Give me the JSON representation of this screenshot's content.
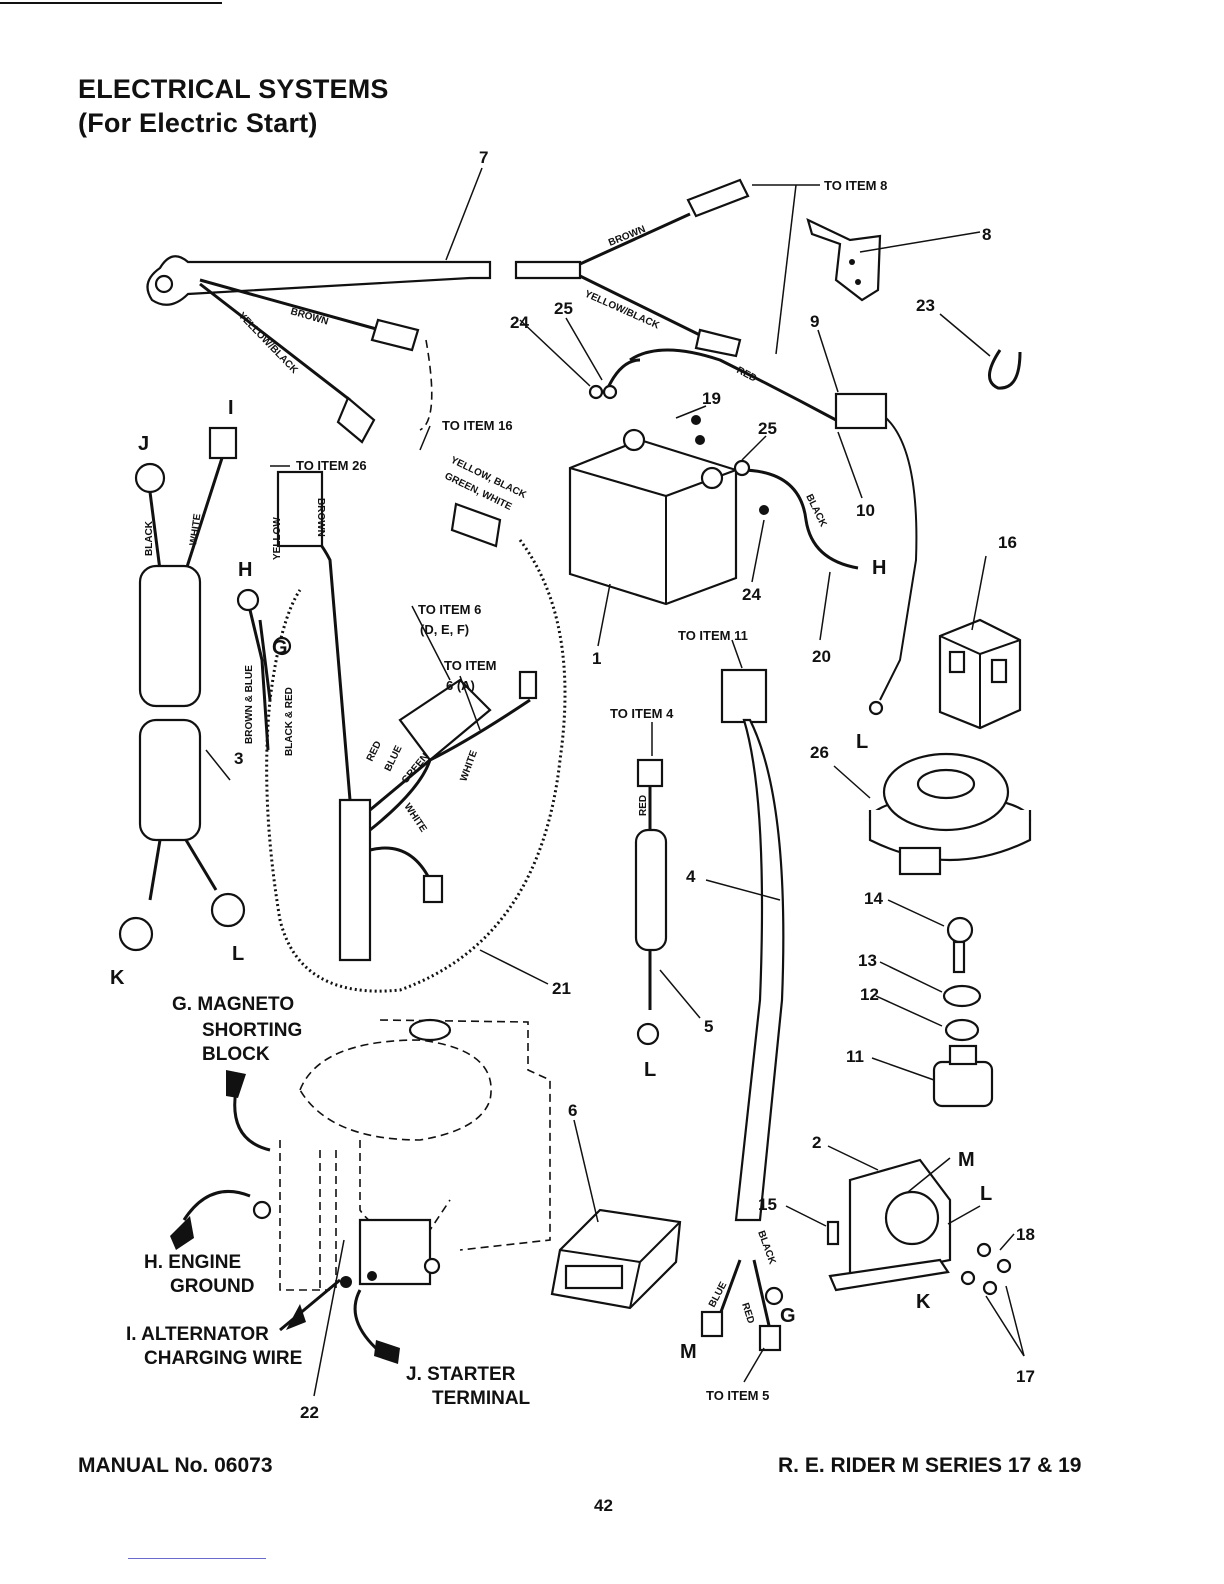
{
  "header": {
    "title": "ELECTRICAL SYSTEMS",
    "subtitle": "(For Electric Start)"
  },
  "footer": {
    "manual": "MANUAL No. 06073",
    "series": "R. E. RIDER M SERIES 17 & 19",
    "page_number": "42"
  },
  "callouts": {
    "n1": "1",
    "n2": "2",
    "n3": "3",
    "n4": "4",
    "n5": "5",
    "n6": "6",
    "n7": "7",
    "n8": "8",
    "n9": "9",
    "n10": "10",
    "n11": "11",
    "n12": "12",
    "n13": "13",
    "n14": "14",
    "n15": "15",
    "n16": "16",
    "n17": "17",
    "n18": "18",
    "n19": "19",
    "n20": "20",
    "n21": "21",
    "n22": "22",
    "n23": "23",
    "n24a": "24",
    "n24b": "24",
    "n25a": "25",
    "n25b": "25",
    "n26": "26"
  },
  "letters": {
    "I": "I",
    "J": "J",
    "K": "K",
    "L": "L",
    "H": "H",
    "G": "G",
    "M": "M"
  },
  "notes": {
    "to_item_8": "TO ITEM 8",
    "to_item_16": "TO ITEM 16",
    "to_item_26": "TO ITEM 26",
    "to_item_6_def": "TO ITEM 6",
    "to_item_6_def_sub": "(D, E, F)",
    "to_item_6_a": "TO ITEM",
    "to_item_6_a_sub": "6 (A)",
    "to_item_11": "TO ITEM 11",
    "to_item_4": "TO ITEM 4",
    "to_item_5": "TO ITEM 5"
  },
  "wire_labels": {
    "brown_top": "BROWN",
    "brown_left": "BROWN",
    "yellow_black_top": "YELLOW/BLACK",
    "yellow_black_left": "YELLOW/BLACK",
    "red_top": "RED",
    "black_battery": "BLACK",
    "black_j": "BLACK",
    "white_i": "WHITE",
    "yellow_black_green_white_1": "YELLOW, BLACK",
    "yellow_black_green_white_2": "GREEN, WHITE",
    "yellow_conn": "YELLOW",
    "brown_conn": "BROWN",
    "brown_blue": "BROWN & BLUE",
    "black_red": "BLACK & RED",
    "red_harness": "RED",
    "blue_harness": "BLUE",
    "green_harness": "GREEN",
    "white_harness": "WHITE",
    "white_lower": "WHITE",
    "red_item4": "RED",
    "black_item4": "BLACK",
    "blue_item4": "BLUE",
    "red_item4b": "RED"
  },
  "legend": {
    "g_line1": "G. MAGNETO",
    "g_line2": "SHORTING",
    "g_line3": "BLOCK",
    "h_line1": "H. ENGINE",
    "h_line2": "GROUND",
    "i_line1": "I. ALTERNATOR",
    "i_line2": "CHARGING WIRE",
    "j_line1": "J. STARTER",
    "j_line2": "TERMINAL"
  }
}
